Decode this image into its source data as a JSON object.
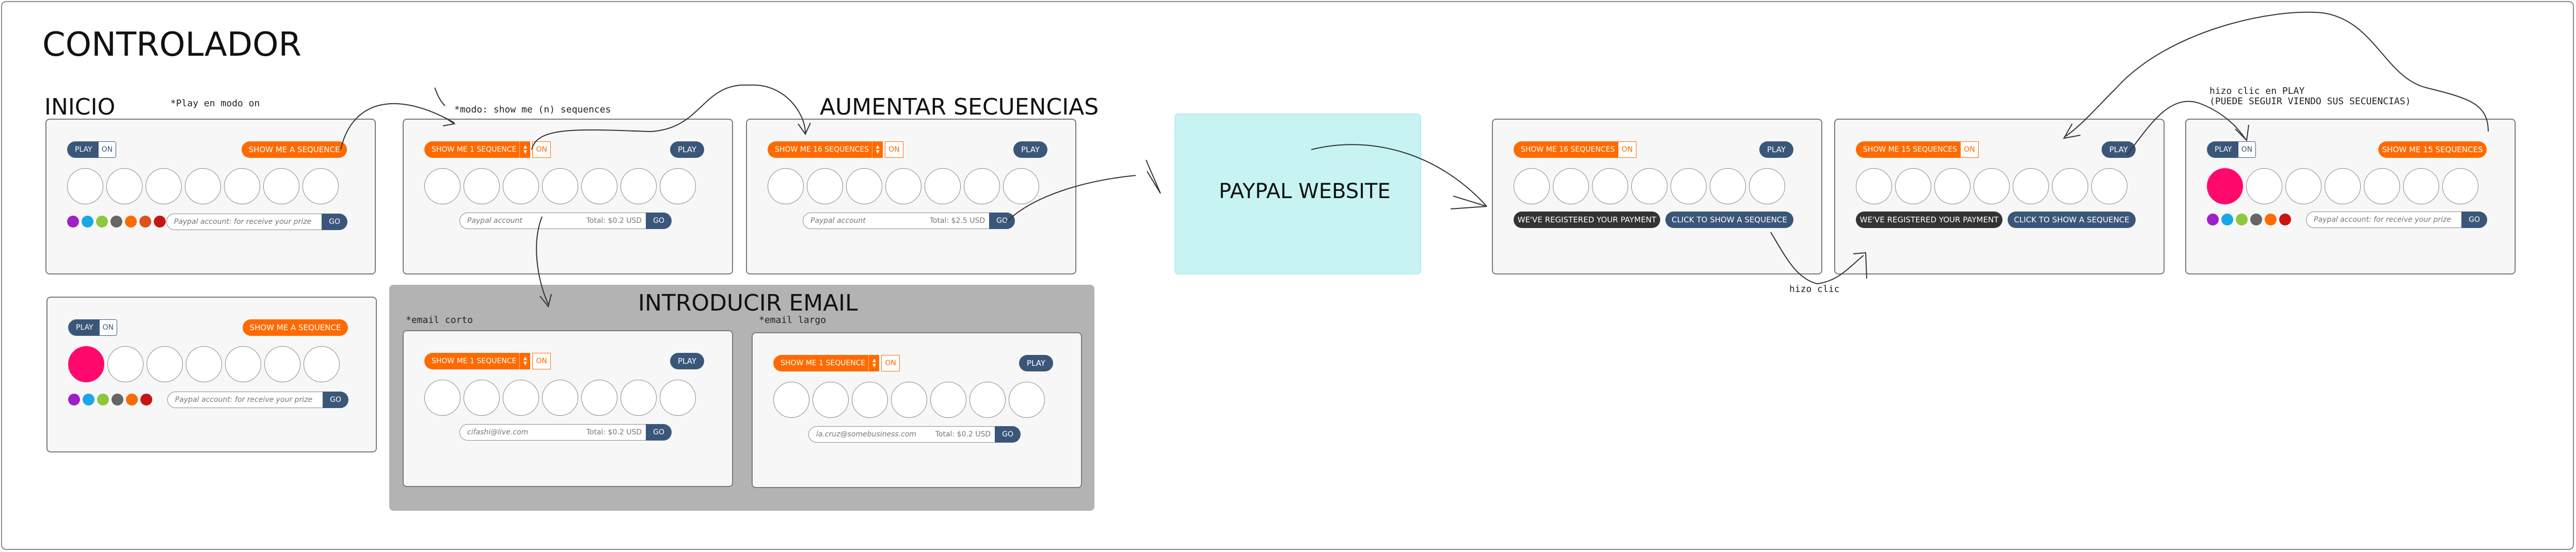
{
  "headings": {
    "main": "CONTROLADOR",
    "inicio": "INICIO",
    "aumentar": "AUMENTAR SECUENCIAS",
    "introducir": "INTRODUCIR EMAIL",
    "paypal": "PAYPAL WEBSITE"
  },
  "notes": {
    "play_modo_on": "*Play en modo on",
    "modo_show": "*modo: show me (n) sequences",
    "email_corto": "*email corto",
    "email_largo": "*email largo",
    "hizo_clic": "hizo clic",
    "hizo_clic_play_1": "hizo clic en PLAY",
    "hizo_clic_play_2": "(PUEDE SEGUIR VIENDO SUS SECUENCIAS)"
  },
  "buttons": {
    "play": "PLAY",
    "on": "ON",
    "go": "GO",
    "show_me_a_sequence": "SHOW ME A SEQUENCE",
    "show_me_1": "SHOW ME 1 SEQUENCE",
    "show_me_16": "SHOW ME 16 SEQUENCES",
    "show_me_15": "SHOW ME 15 SEQUENCES",
    "registered": "WE'VE REGISTERED YOUR PAYMENT",
    "click_to_show": "CLICK TO SHOW A SEQUENCE"
  },
  "inputs": {
    "paypal_prize": "Paypal account: for receive your prize",
    "paypal_account": "Paypal account",
    "email_short": "cifashi@live.com",
    "email_long": "la.cruz@somebusiness.com",
    "total_1": "Total: $0.2 USD",
    "total_16": "Total: $2.5 USD"
  },
  "colors": {
    "orange": "#ff6a00",
    "navy": "#3a5679",
    "pink": "#ff0a6c",
    "teal": "#c7f3f3",
    "dots": [
      "#a020c8",
      "#18a8e8",
      "#8cc83c",
      "#666666",
      "#ff6a00",
      "#e0501e",
      "#c81414"
    ]
  }
}
